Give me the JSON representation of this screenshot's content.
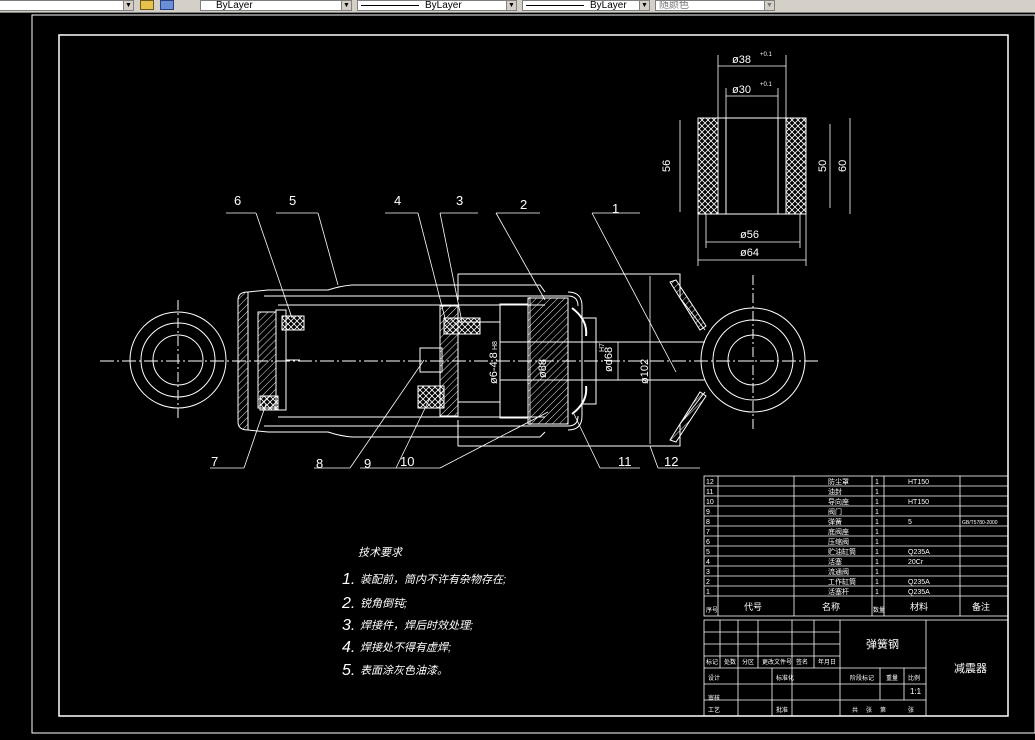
{
  "toolbar": {
    "layer_icons": [
      "layer-state-icon",
      "layer-manager-icon"
    ],
    "linetype_1": "ByLayer",
    "linetype_2": "ByLayer",
    "lineweight": "ByLayer",
    "color": "随颜色"
  },
  "colors": {
    "background": "#000000",
    "lines": "#ffffff",
    "toolbar": "#d4d0c8"
  },
  "callouts": [
    "1",
    "2",
    "3",
    "4",
    "5",
    "6",
    "7",
    "8",
    "9",
    "10",
    "11",
    "12"
  ],
  "dimensions": {
    "bore_inner": "ø6-4.8",
    "bore_inner_fit": "H8",
    "bore_88": "ø88",
    "rod": "ød68",
    "rod_fit": "H7",
    "outer": "ø102"
  },
  "bushing_dims": {
    "d38": "ø38",
    "d38_tol": "+0.1",
    "d30": "ø30",
    "d30_tol": "+0.1",
    "h56": "56",
    "h50": "50",
    "h60": "60",
    "d56": "ø56",
    "d64": "ø64"
  },
  "tech": {
    "title": "技术要求",
    "items": [
      {
        "num": "1.",
        "text": "装配前，筒内不许有杂物存在;"
      },
      {
        "num": "2.",
        "text": "锐角倒钝;"
      },
      {
        "num": "3.",
        "text": "焊接件，焊后时效处理;"
      },
      {
        "num": "4.",
        "text": "焊接处不得有虚焊;"
      },
      {
        "num": "5.",
        "text": "表面涂灰色油漆。"
      }
    ]
  },
  "bom": {
    "rows": [
      {
        "no": "12",
        "name": "防尘罩",
        "qty": "1",
        "mat": "HT150",
        "note": ""
      },
      {
        "no": "11",
        "name": "油封",
        "qty": "1",
        "mat": "",
        "note": ""
      },
      {
        "no": "10",
        "name": "导向座",
        "qty": "1",
        "mat": "HT150",
        "note": ""
      },
      {
        "no": "9",
        "name": "阀门",
        "qty": "1",
        "mat": "",
        "note": ""
      },
      {
        "no": "8",
        "name": "弹簧",
        "qty": "1",
        "mat": "5",
        "note": "GB/T5780-2000"
      },
      {
        "no": "7",
        "name": "底阀座",
        "qty": "1",
        "mat": "",
        "note": ""
      },
      {
        "no": "6",
        "name": "压缩阀",
        "qty": "1",
        "mat": "",
        "note": ""
      },
      {
        "no": "5",
        "name": "贮油缸筒",
        "qty": "1",
        "mat": "Q235A",
        "note": ""
      },
      {
        "no": "4",
        "name": "活塞",
        "qty": "1",
        "mat": "20Cr",
        "note": ""
      },
      {
        "no": "3",
        "name": "流通阀",
        "qty": "1",
        "mat": "",
        "note": ""
      },
      {
        "no": "2",
        "name": "工作缸筒",
        "qty": "1",
        "mat": "Q235A",
        "note": ""
      },
      {
        "no": "1",
        "name": "活塞杆",
        "qty": "1",
        "mat": "Q235A",
        "note": ""
      }
    ],
    "header": {
      "no": "序号",
      "code": "代号",
      "name": "名称",
      "qty": "数量",
      "mat": "材料",
      "note": "备注"
    }
  },
  "title_block": {
    "material": "弹簧钢",
    "part_name": "减震器",
    "scale": "1:1",
    "labels": {
      "mark": "标记",
      "count": "处数",
      "zone": "分区",
      "doc": "更改文件号",
      "sign": "签名",
      "date": "年月日",
      "designer": "设计",
      "std": "标准化",
      "stage": "阶段标记",
      "weight": "重量",
      "ratio": "比例",
      "review": "审核",
      "process": "工艺",
      "approve": "批准",
      "sheets": "共",
      "sheet_of": "张",
      "sheet": "第",
      "sheet_n": "张"
    }
  }
}
